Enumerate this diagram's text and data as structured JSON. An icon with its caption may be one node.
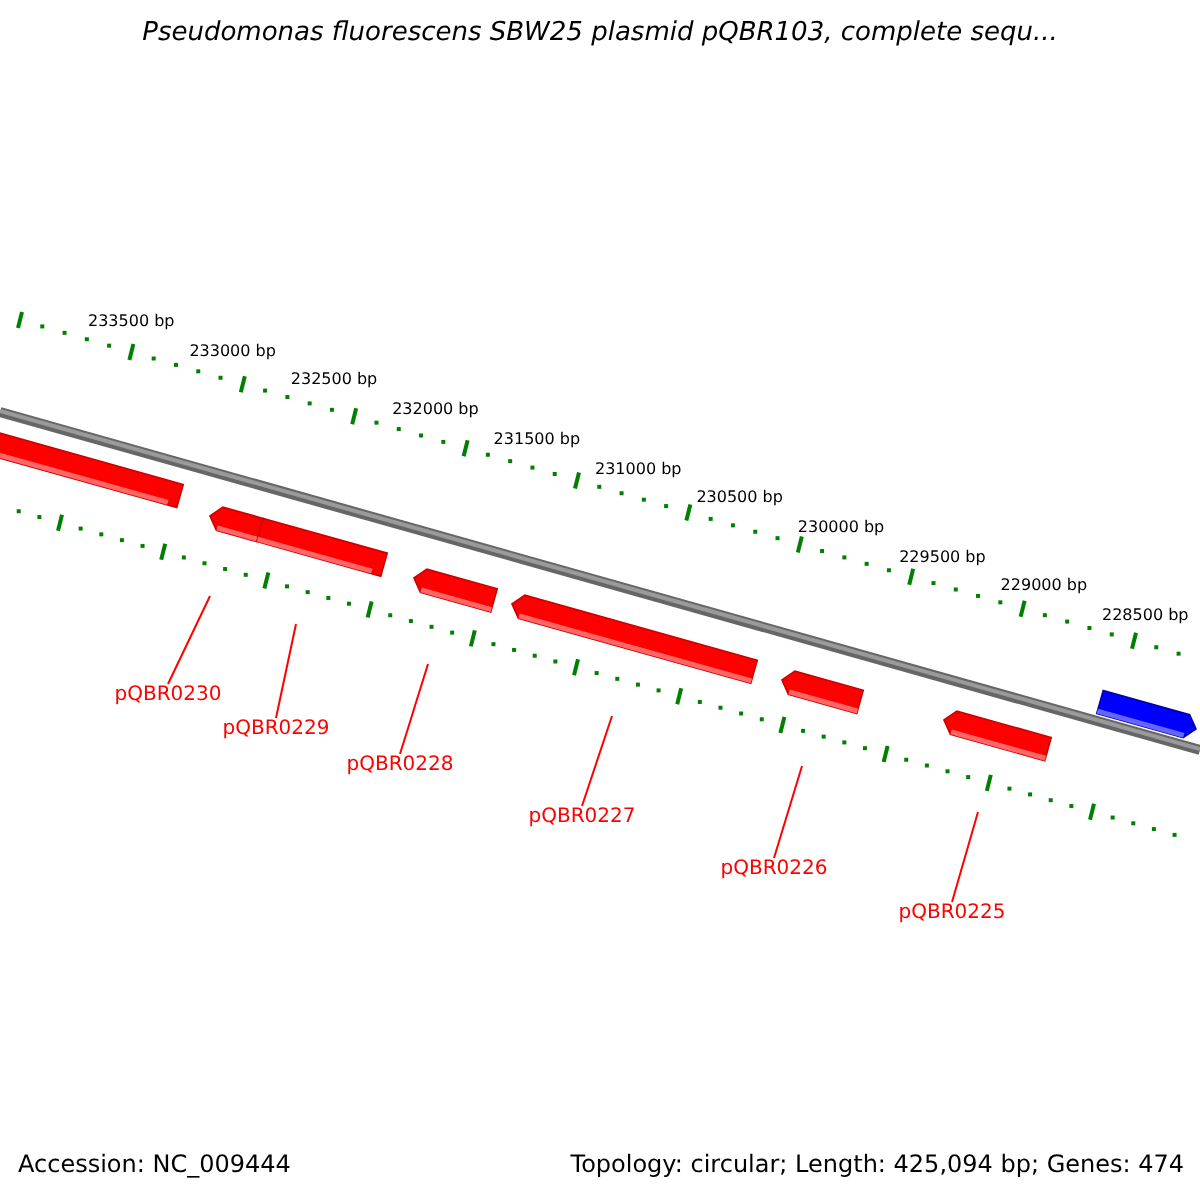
{
  "diagram": {
    "title": "Pseudomonas fluorescens SBW25 plasmid pQBR103, complete sequ...",
    "nodes": [
      {
        "text": [
          "pQBR0230"
        ]
      },
      {
        "text": [
          "pQBR0229"
        ]
      },
      {
        "text": [
          "pQBR0228"
        ]
      },
      {
        "text": [
          "pQBR0227"
        ]
      },
      {
        "text": [
          "pQBR0226"
        ]
      },
      {
        "text": [
          "pQBR0225"
        ]
      }
    ],
    "edges": [
      {
        "from": 0,
        "to": null,
        "arrow": "none"
      },
      {
        "from": 1,
        "to": null,
        "arrow": "none"
      },
      {
        "from": 2,
        "to": null,
        "arrow": "none"
      },
      {
        "from": 3,
        "to": null,
        "arrow": "none"
      },
      {
        "from": 4,
        "to": null,
        "arrow": "none"
      },
      {
        "from": 5,
        "to": null,
        "arrow": "none"
      }
    ],
    "labels": [
      "233500 bp",
      "233000 bp",
      "232500 bp",
      "232000 bp",
      "231500 bp",
      "231000 bp",
      "230500 bp",
      "230000 bp",
      "229500 bp",
      "229000 bp",
      "228500 bp",
      "Accession: NC_009444",
      "Topology: circular; Length: 425,094 bp; Genes: 474"
    ]
  }
}
